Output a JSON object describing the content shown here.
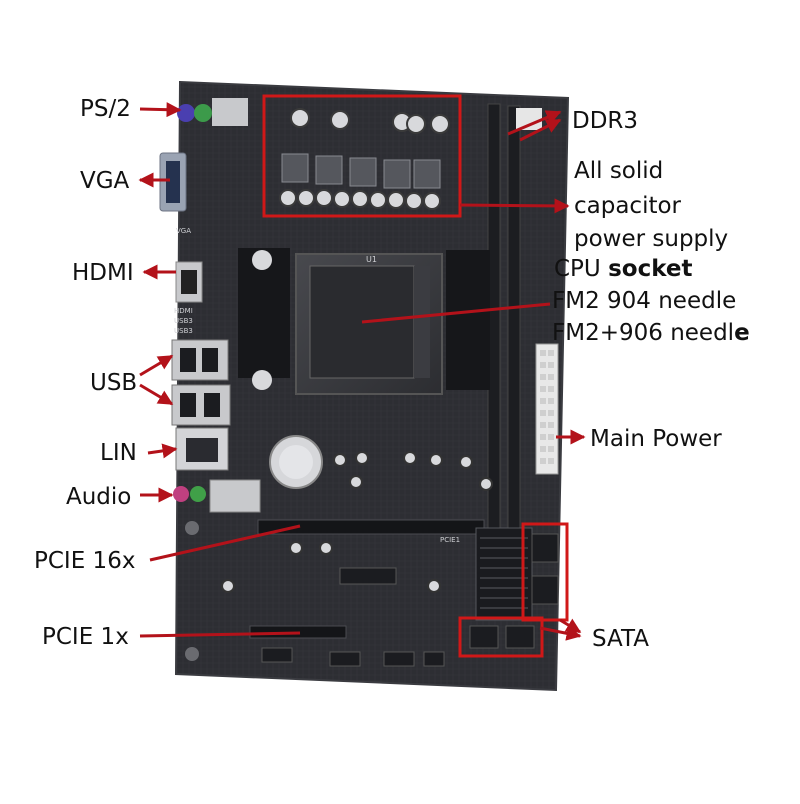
{
  "labels": {
    "ps2": "PS/2",
    "vga": "VGA",
    "hdmi": "HDMI",
    "usb": "USB",
    "lin": "LIN",
    "audio": "Audio",
    "pcie16": "PCIE 16x",
    "pcie1": "PCIE 1x",
    "ddr3": "DDR3",
    "cap1": "All solid",
    "cap2": "capacitor",
    "cap3": "power supply",
    "cpu_a": "CPU ",
    "cpu_b": "socket",
    "fm2": "FM2 904 needle",
    "fm2p_a": "FM2+906 needl",
    "fm2p_b": "e",
    "main_power": "Main Power",
    "sata": "SATA"
  },
  "board_marks": {
    "vga": "VGA",
    "hdmi": "HDMI",
    "usb3a": "USB3",
    "usb3b": "USB3",
    "pcie": "PCIE1",
    "u1": "U1"
  },
  "colors": {
    "board": "#2b2c30",
    "board_edge": "#3a3b40",
    "arrow": "#b3121a",
    "highlight": "#d01818",
    "metal": "#c8c9cc"
  }
}
